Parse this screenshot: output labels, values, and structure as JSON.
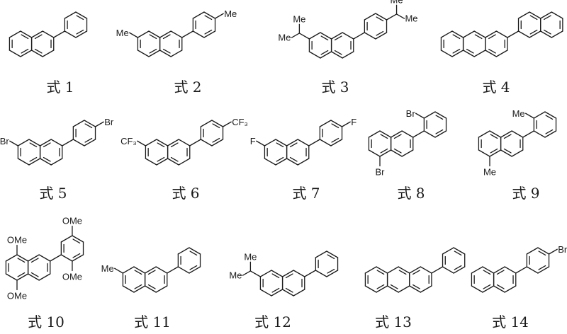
{
  "compounds": [
    {
      "label": "式 1",
      "substituents": []
    },
    {
      "label": "式 2",
      "substituents": [
        "Me",
        "Me"
      ]
    },
    {
      "label": "式 3",
      "substituents": [
        "Me",
        "Me",
        "Me",
        "Me"
      ]
    },
    {
      "label": "式 4",
      "substituents": []
    },
    {
      "label": "式 5",
      "substituents": [
        "Br",
        "Br"
      ]
    },
    {
      "label": "式 6",
      "substituents": [
        "CF₃",
        "CF₃"
      ]
    },
    {
      "label": "式 7",
      "substituents": [
        "F",
        "F"
      ]
    },
    {
      "label": "式 8",
      "substituents": [
        "Br",
        "Br"
      ]
    },
    {
      "label": "式 9",
      "substituents": [
        "Me",
        "Me"
      ]
    },
    {
      "label": "式 10",
      "substituents": [
        "OMe",
        "OMe",
        "OMe",
        "OMe"
      ]
    },
    {
      "label": "式 11",
      "substituents": [
        "Me"
      ]
    },
    {
      "label": "式 12",
      "substituents": [
        "Me",
        "Me"
      ]
    },
    {
      "label": "式 13",
      "substituents": []
    },
    {
      "label": "式 14",
      "substituents": [
        "Br"
      ]
    }
  ]
}
